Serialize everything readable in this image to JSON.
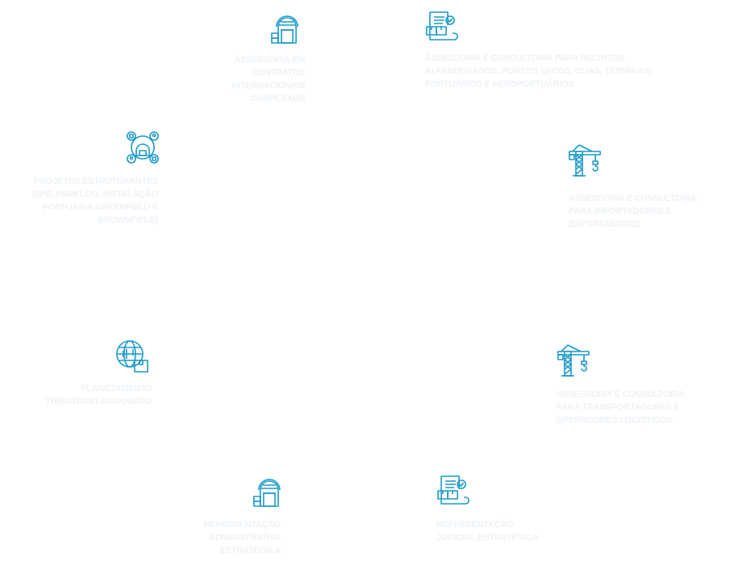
{
  "theme": {
    "icon_color": "#1b9ac9",
    "text_color": "#eef2f6"
  },
  "services": [
    {
      "icon": "warehouse-icon",
      "label": "ASSESSORIA EM\nCONTRATOS\nINTERNACIONAIS\nCOMPLEXOS"
    },
    {
      "icon": "document-icon",
      "label": "ASSESSORIA E CONSULTORIA PARA RECINTOS\nALFANDEGADOS: PORTOS SECOS, CLIAS, TERMINAIS\nPORTUÁRIOS E AEROPORTUÁRIOS"
    },
    {
      "icon": "crane-icon",
      "label": "ASSESSORIA E CONSULTORIA\nPARA IMPORTADORES E\nEXPORTADORES"
    },
    {
      "icon": "network-icon",
      "label": "PROJETOS ESTRUTURANTES\n(ZPE, PARKLOG, INSTALAÇÃO\nPORTUÁRIA GREENFIELD E\nBROWNFIELD)"
    },
    {
      "icon": "globe-icon",
      "label": "PLANEJAMENTO\nTRIBUTÁRIO ADUANEIRO"
    },
    {
      "icon": "crane-icon",
      "label": "ASSESSORIA E CONSULTORIA\nPARA TRANSPORTADORES E\nOPERADORES LOGÍSTICOS"
    },
    {
      "icon": "warehouse-icon",
      "label": "REPRESENTAÇÃO\nADMINISTRATIVA\nESTRATÉGICA"
    },
    {
      "icon": "document-icon",
      "label": "REPRESENTAÇÃO\nJUDICIAL ESTRATÉGICA"
    }
  ]
}
